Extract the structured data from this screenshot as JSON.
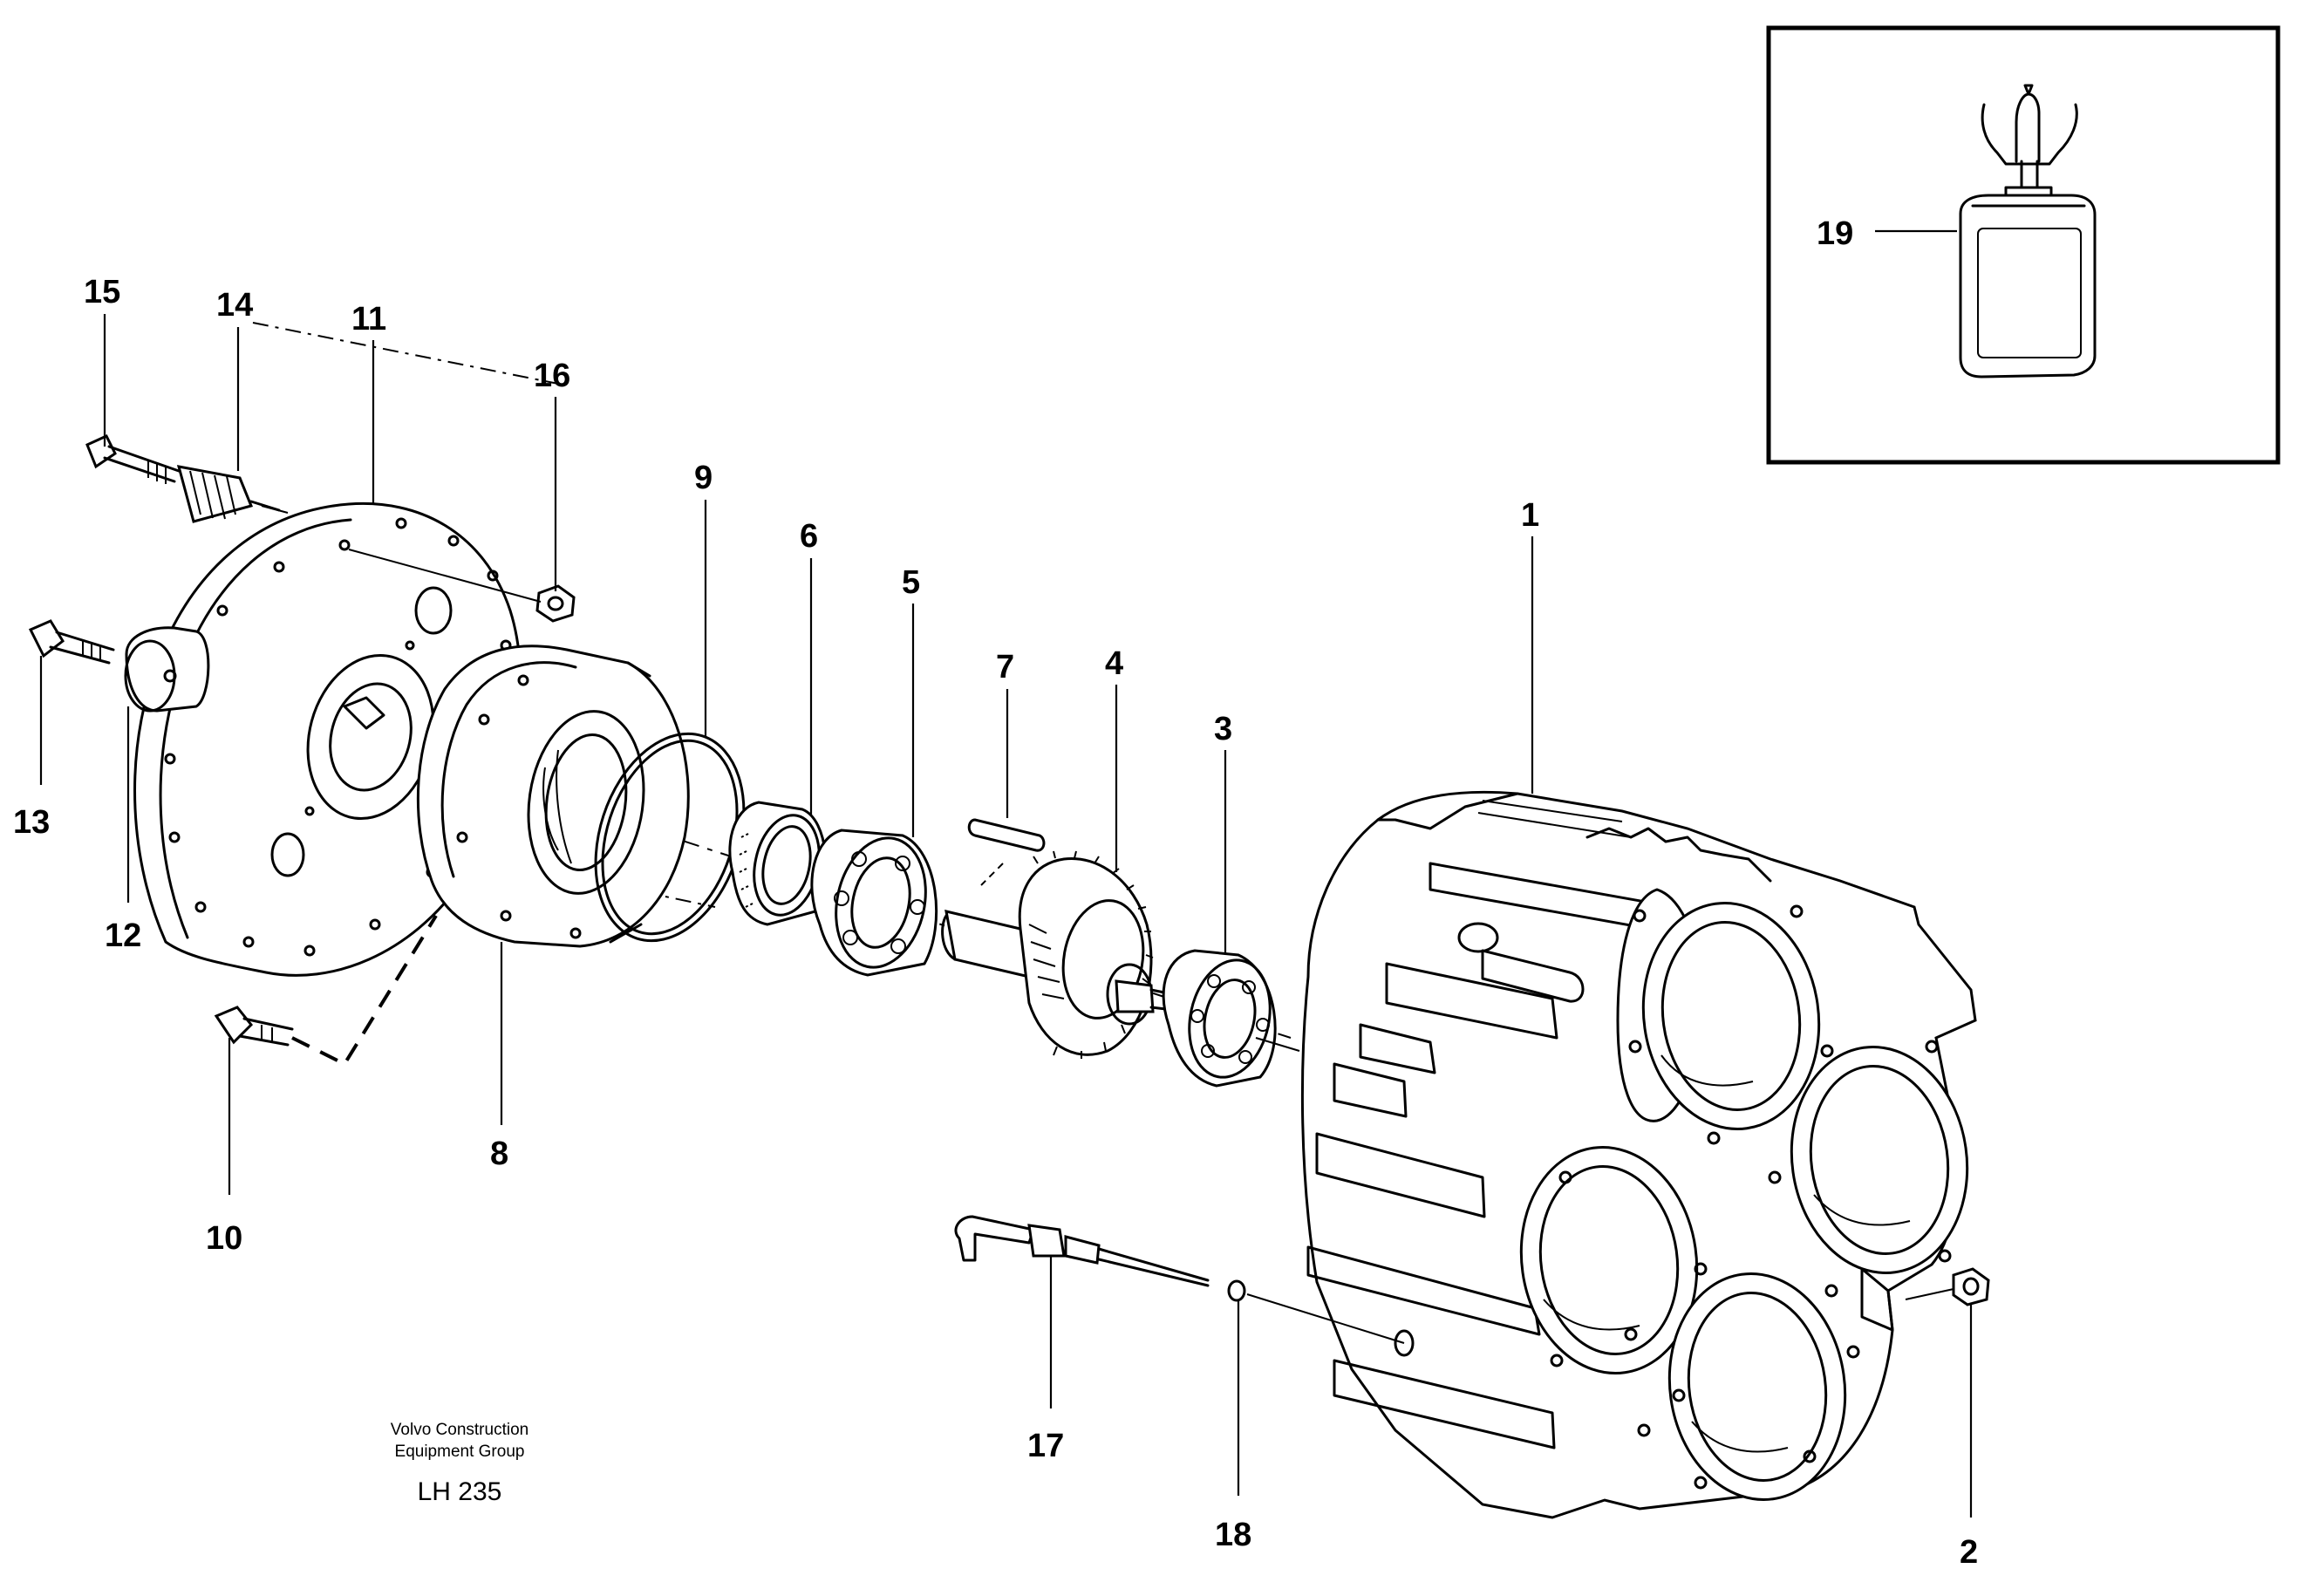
{
  "callouts": {
    "c1": "1",
    "c2": "2",
    "c3": "3",
    "c4": "4",
    "c5": "5",
    "c6": "6",
    "c7": "7",
    "c8": "8",
    "c9": "9",
    "c10": "10",
    "c11": "11",
    "c12": "12",
    "c13": "13",
    "c14": "14",
    "c15": "15",
    "c16": "16",
    "c17": "17",
    "c18": "18",
    "c19": "19"
  },
  "footer": {
    "company_line1": "Volvo Construction",
    "company_line2": "Equipment Group",
    "drawing_code": "LH 235"
  }
}
